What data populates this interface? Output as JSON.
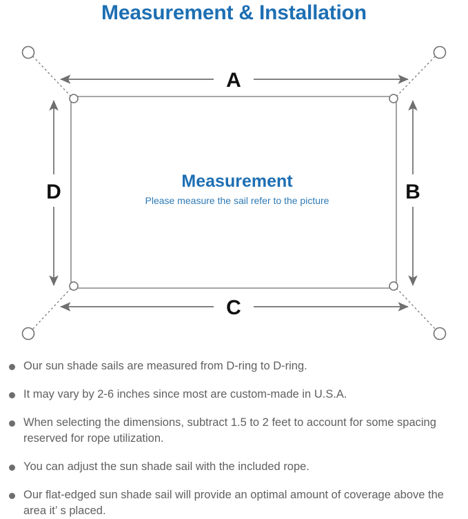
{
  "page": {
    "title": "Measurement & Installation",
    "title_color": "#1d6fb3",
    "background_color": "#ffffff"
  },
  "diagram": {
    "name": "sun-shade-sail-measurement-diagram",
    "center": {
      "heading": "Measurement",
      "heading_color": "#1d6fb3",
      "subtext": "Please measure the sail refer to the picture",
      "subtext_color": "#2e7ab5"
    },
    "dimension_labels": {
      "top": "A",
      "right": "B",
      "bottom": "C",
      "left": "D"
    },
    "label_color": "#101010",
    "line_color": "#6f6f6f",
    "sail_outline_color": "#8a8a8a",
    "dring_count": 4,
    "anchor_point_count": 4
  },
  "notes": {
    "bullet_color": "#6e6e6e",
    "text_color": "#606060",
    "items": [
      "Our sun shade sails are measured from D-ring to D-ring.",
      "It may vary by 2-6 inches since most are custom-made in U.S.A.",
      "When selecting the dimensions, subtract 1.5 to 2 feet to account for some spacing reserved for rope utilization.",
      "You can adjust the sun shade sail with the included rope.",
      "Our flat-edged sun shade sail will provide an optimal amount of coverage above the area it’ s placed."
    ]
  }
}
